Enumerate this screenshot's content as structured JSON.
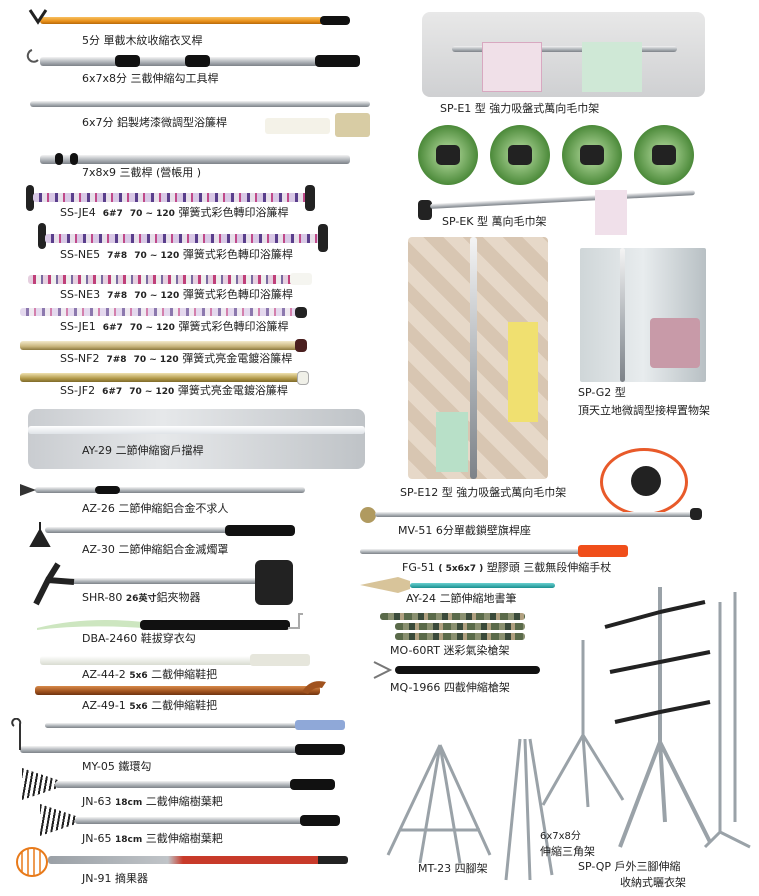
{
  "left": [
    {
      "text": "5分 單截木紋收縮衣叉桿"
    },
    {
      "text": "6x7x8分 三截伸縮勾工具桿"
    },
    {
      "text": "6x7分 鋁製烤漆微調型浴簾桿"
    },
    {
      "text": "7x8x9 三截桿 (營帳用 )"
    },
    {
      "code": "SS-JE4",
      "size": "6#7",
      "range": "70 ~ 120",
      "text": "彈簧式彩色轉印浴簾桿"
    },
    {
      "code": "SS-NE5",
      "size": "7#8",
      "range": "70 ~ 120",
      "text": "彈簧式彩色轉印浴簾桿"
    },
    {
      "code": "SS-NE3",
      "size": "7#8",
      "range": "70 ~ 120",
      "text": "彈簧式彩色轉印浴簾桿"
    },
    {
      "code": "SS-JE1",
      "size": "6#7",
      "range": "70 ~ 120",
      "text": "彈簧式彩色轉印浴簾桿"
    },
    {
      "code": "SS-NF2",
      "size": "7#8",
      "range": "70 ~ 120",
      "text": "彈簧式亮金電鍍浴簾桿"
    },
    {
      "code": "SS-JF2",
      "size": "6#7",
      "range": "70 ~ 120",
      "text": "彈簧式亮金電鍍浴簾桿"
    },
    {
      "code": "AY-29",
      "text": "二節伸縮窗戶擋桿"
    },
    {
      "code": "AZ-26",
      "text": "二節伸縮鋁合金不求人"
    },
    {
      "code": "AZ-30",
      "text": "二節伸縮鋁合金滅燭罩"
    },
    {
      "code": "SHR-80",
      "size": "26英寸",
      "text": "鋁夾物器"
    },
    {
      "code": "DBA-2460",
      "text": "鞋拔穿衣勾"
    },
    {
      "code": "AZ-44-2",
      "size": "5x6",
      "text": "二截伸縮鞋把"
    },
    {
      "code": "AZ-49-1",
      "size": "5x6",
      "text": "二截伸縮鞋把"
    },
    {
      "code": "MY-05",
      "text": "鐵環勾"
    },
    {
      "code": "JN-63",
      "size": "18cm",
      "text": "二截伸縮樹葉耙"
    },
    {
      "code": "JN-65",
      "size": "18cm",
      "text": "三截伸縮樹葉耙"
    },
    {
      "code": "JN-91",
      "text": "摘果器"
    }
  ],
  "right": [
    {
      "code": "SP-E1",
      "text": "型 強力吸盤式萬向毛巾架"
    },
    {
      "code": "SP-EK",
      "text": "型 萬向毛巾架"
    },
    {
      "code": "SP-E12",
      "text": "型 強力吸盤式萬向毛巾架"
    },
    {
      "code": "SP-G2",
      "text": "型",
      "text2": "頂天立地微調型接桿置物架"
    },
    {
      "code": "MV-51",
      "text": "6分單截鎖壁旗桿座"
    },
    {
      "code": "FG-51",
      "size": "( 5x6x7 )",
      "text": "塑膠頭  三截無段伸縮手杖"
    },
    {
      "code": "AY-24",
      "text": "二節伸縮地書筆"
    },
    {
      "code": "MO-60RT",
      "text": "迷彩氣染槍架"
    },
    {
      "code": "MQ-1966",
      "text": "四截伸縮槍架"
    },
    {
      "code": "MT-23",
      "text": "四腳架"
    },
    {
      "text": "6x7x8分",
      "text2": "伸縮三角架"
    },
    {
      "code": "SP-QP",
      "text": "戶外三腳伸縮",
      "text2": "收納式曬衣架"
    }
  ]
}
